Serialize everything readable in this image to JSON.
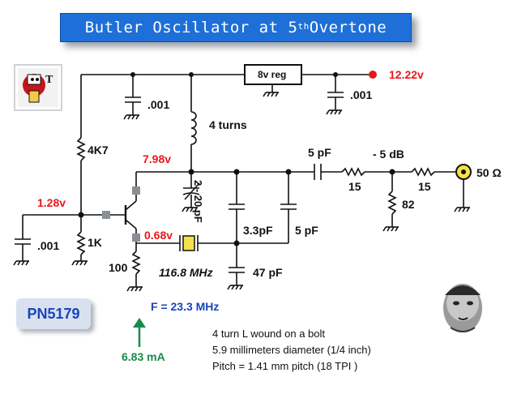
{
  "title": {
    "main": "Butler Oscillator at 5",
    "sup": "th",
    "tail": " Overtone"
  },
  "transistor": {
    "part_number": "PN5179"
  },
  "regulator": {
    "label": "8v reg"
  },
  "voltages": {
    "supply": "12.22v",
    "collector": "7.98v",
    "base": "1.28v",
    "emitter": "0.68v"
  },
  "components": {
    "cap_top_left": ".001",
    "cap_top_right": ".001",
    "inductor": "4 turns",
    "base_upper_resistor": "4K7",
    "base_lower_resistor": "1K",
    "base_cap": ".001",
    "emitter_resistor": "100",
    "trimmer": "2 - 20 pF",
    "cap_mid": "3.3pF",
    "cap_right": "5 pF",
    "cap_bottom": "47 pF",
    "cap_output": "5 pF",
    "pad_label": "- 5 dB",
    "pad_r1": "15",
    "pad_r2": "15",
    "pad_shunt": "82",
    "load": "50 Ω"
  },
  "crystal": {
    "freq": "116.8 MHz",
    "fundamental": "F = 23.3 MHz"
  },
  "current": {
    "value": "6.83 mA"
  },
  "notes": [
    "4 turn L wound on a bolt",
    "5.9 millimeters diameter (1/4 inch)",
    "Pitch = 1.41 mm pitch (18 TPI )"
  ],
  "colors": {
    "title_bg": "#1e6fd8",
    "voltage": "#e8171c",
    "freq_blue": "#1b44b8",
    "current_green": "#1a8a4a",
    "crystal_fill": "#f3e24a",
    "connector": "#f3e24a"
  }
}
